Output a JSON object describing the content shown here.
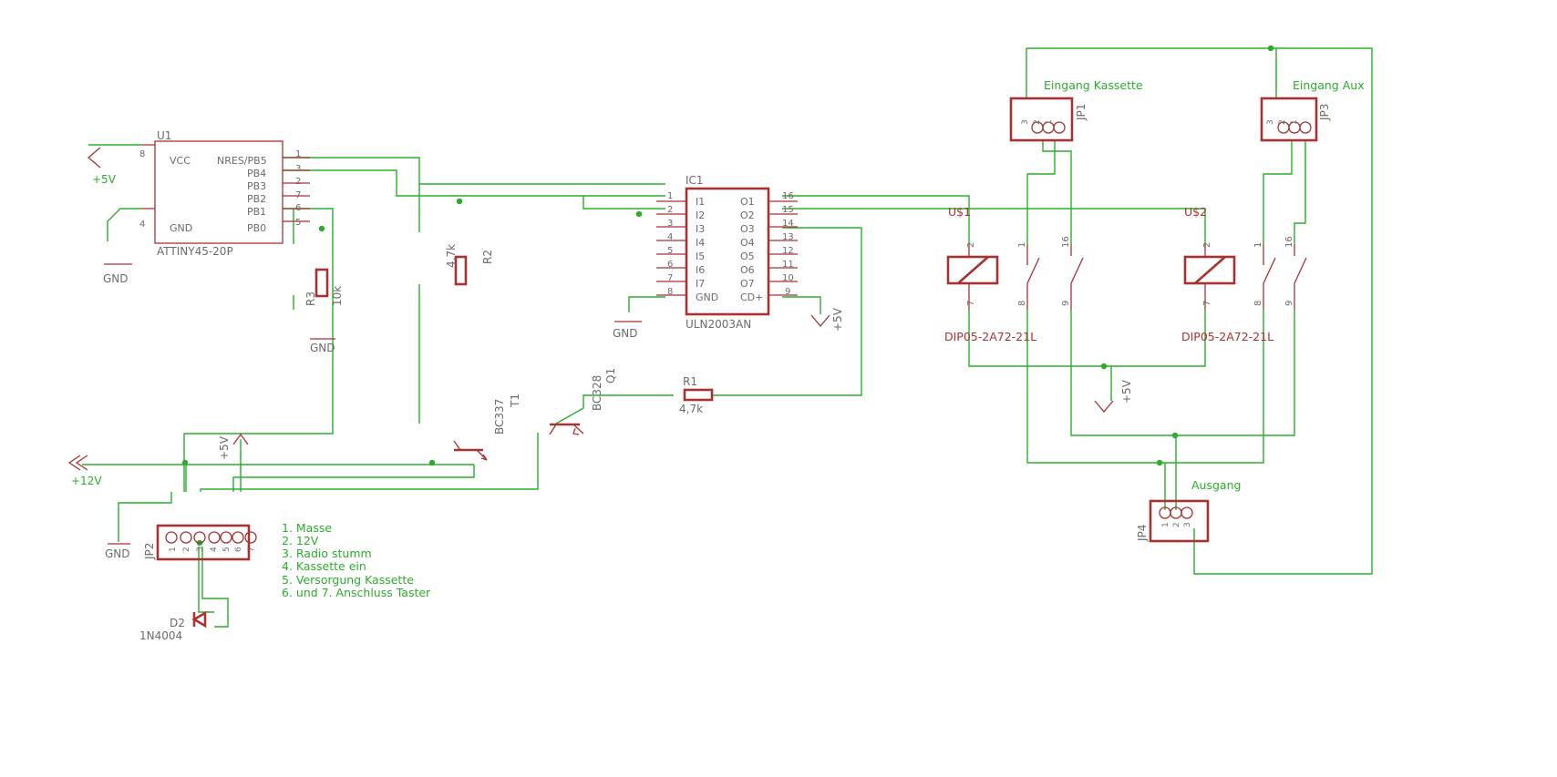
{
  "u1": {
    "name": "U1",
    "value": "ATTINY45-20P",
    "pin_labels": [
      "VCC",
      "GND",
      "NRES/PB5",
      "PB4",
      "PB3",
      "PB2",
      "PB1",
      "PB0"
    ],
    "pin_numbers": [
      "8",
      "4",
      "1",
      "3",
      "2",
      "7",
      "6",
      "5"
    ]
  },
  "ic1": {
    "name": "IC1",
    "value": "ULN2003AN",
    "left_labels": [
      "I1",
      "I2",
      "I3",
      "I4",
      "I5",
      "I6",
      "I7",
      "GND"
    ],
    "left_numbers": [
      "1",
      "2",
      "3",
      "4",
      "5",
      "6",
      "7",
      "8"
    ],
    "right_labels": [
      "O1",
      "O2",
      "O3",
      "O4",
      "O5",
      "O6",
      "O7",
      "CD+"
    ],
    "right_numbers": [
      "16",
      "15",
      "14",
      "13",
      "12",
      "11",
      "10",
      "9"
    ]
  },
  "r2": {
    "name": "R2",
    "value": "4,7k"
  },
  "r3": {
    "name": "R3",
    "value": "10k"
  },
  "r1": {
    "name": "R1",
    "value": "4,7k"
  },
  "t1": {
    "name": "T1",
    "value": "BC337"
  },
  "q1": {
    "name": "Q1",
    "value": "BC328"
  },
  "d2": {
    "name": "D2",
    "value": "1N4004"
  },
  "jp1": {
    "name": "JP1",
    "label": "Eingang Kassette",
    "pins": [
      "3",
      "2",
      "1"
    ]
  },
  "jp3": {
    "name": "JP3",
    "label": "Eingang Aux",
    "pins": [
      "3",
      "2",
      "1"
    ]
  },
  "jp4": {
    "name": "JP4",
    "label": "Ausgang",
    "pins": [
      "1",
      "2",
      "3"
    ]
  },
  "jp2": {
    "name": "JP2",
    "pins": [
      "1",
      "2",
      "3",
      "4",
      "5",
      "6",
      "7"
    ]
  },
  "relay1": {
    "name": "U$1",
    "value": "DIP05-2A72-21L",
    "pins": [
      "2",
      "7",
      "1",
      "8",
      "16",
      "9"
    ]
  },
  "relay2": {
    "name": "U$2",
    "value": "DIP05-2A72-21L",
    "pins": [
      "2",
      "7",
      "1",
      "8",
      "16",
      "9"
    ]
  },
  "supplies": {
    "plus5v": "+5V",
    "plus12v": "+12V",
    "gnd": "GND"
  },
  "notes": [
    "1. Masse",
    "2. 12V",
    "3. Radio stumm",
    "4. Kassette ein",
    "5. Versorgung Kassette",
    "6. und 7.  Anschluss Taster"
  ],
  "colors": {
    "wire": "#2bad2b",
    "part": "#a83232",
    "text": "#6b6b6b"
  }
}
